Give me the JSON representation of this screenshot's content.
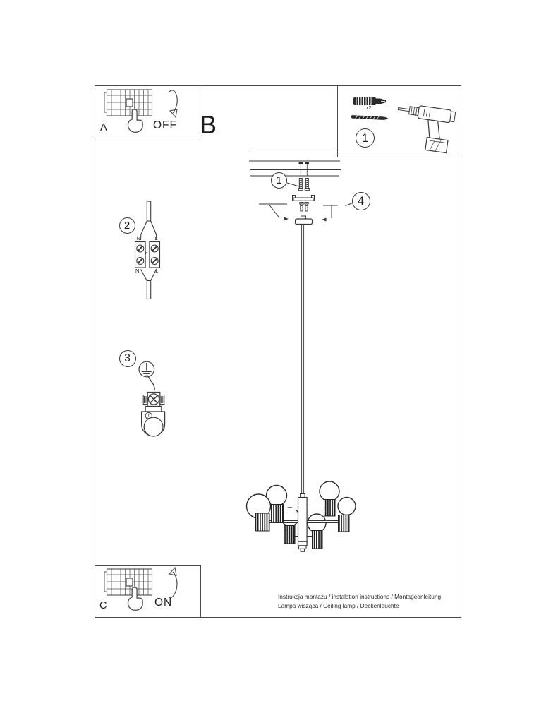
{
  "footer": {
    "line1": "Instrukcja montażu / instalation instructions / Montageanleitung",
    "line2": "Lampa wisząca / Ceiling lamp / Deckenleuchte"
  },
  "step_panels": {
    "a_label": "A",
    "a_action": "OFF",
    "b_label": "B",
    "c_label": "C",
    "c_action": "ON"
  },
  "callouts": {
    "tools": "1",
    "screws": "1",
    "terminal": "2",
    "ground": "3",
    "canopy": "4"
  },
  "tools_box": {
    "anchor_qty": "x2"
  },
  "terminal_labels": {
    "top_left": "N",
    "top_right": "L",
    "bottom_left": "N",
    "bottom_right": "L",
    "middle": "x"
  },
  "colors": {
    "line": "#3a3a3a",
    "paper": "#ffffff"
  }
}
